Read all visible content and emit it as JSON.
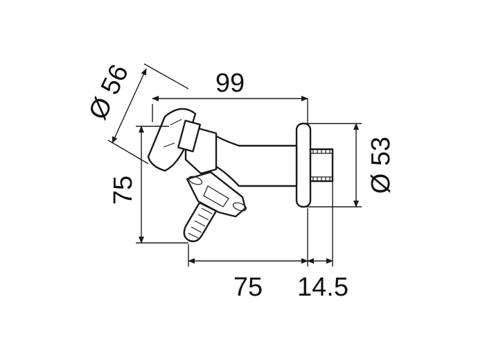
{
  "dimensions": {
    "flange_diameter": "Ø 56",
    "overall_length": "99",
    "outlet_height": "75",
    "wall_rose_diameter": "Ø 53",
    "outlet_offset": "75",
    "rose_depth": "14.5"
  },
  "colors": {
    "line": "#1a1a1a",
    "background": "#ffffff"
  }
}
